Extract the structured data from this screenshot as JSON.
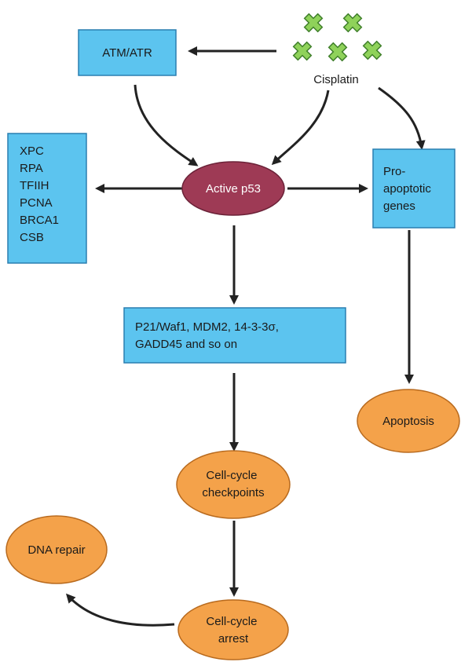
{
  "nodes": {
    "atm_atr": "ATM/ATR",
    "cisplatin": "Cisplatin",
    "active_p53": "Active p53",
    "repair_genes": [
      "XPC",
      "RPA",
      "TFIIH",
      "PCNA",
      "BRCA1",
      "CSB"
    ],
    "pro_apoptotic": [
      "Pro-",
      "apoptotic",
      "genes"
    ],
    "targets": [
      "P21/Waf1, MDM2, 14-3-3σ,",
      "GADD45 and so on"
    ],
    "apoptosis": "Apoptosis",
    "checkpoints": [
      "Cell-cycle",
      "checkpoints"
    ],
    "dna_repair": "DNA repair",
    "arrest": [
      "Cell-cycle",
      "arrest"
    ]
  },
  "colors": {
    "box_fill": "#5cc4ef",
    "box_stroke": "#2a7fb0",
    "oval_fill": "#f4a24a",
    "oval_stroke": "#b86a1e",
    "p53_fill": "#9e3a55",
    "p53_stroke": "#6b2238",
    "cisplatin_fill": "#8fd25a",
    "cisplatin_stroke": "#3f7f2a",
    "arrow": "#222222"
  }
}
